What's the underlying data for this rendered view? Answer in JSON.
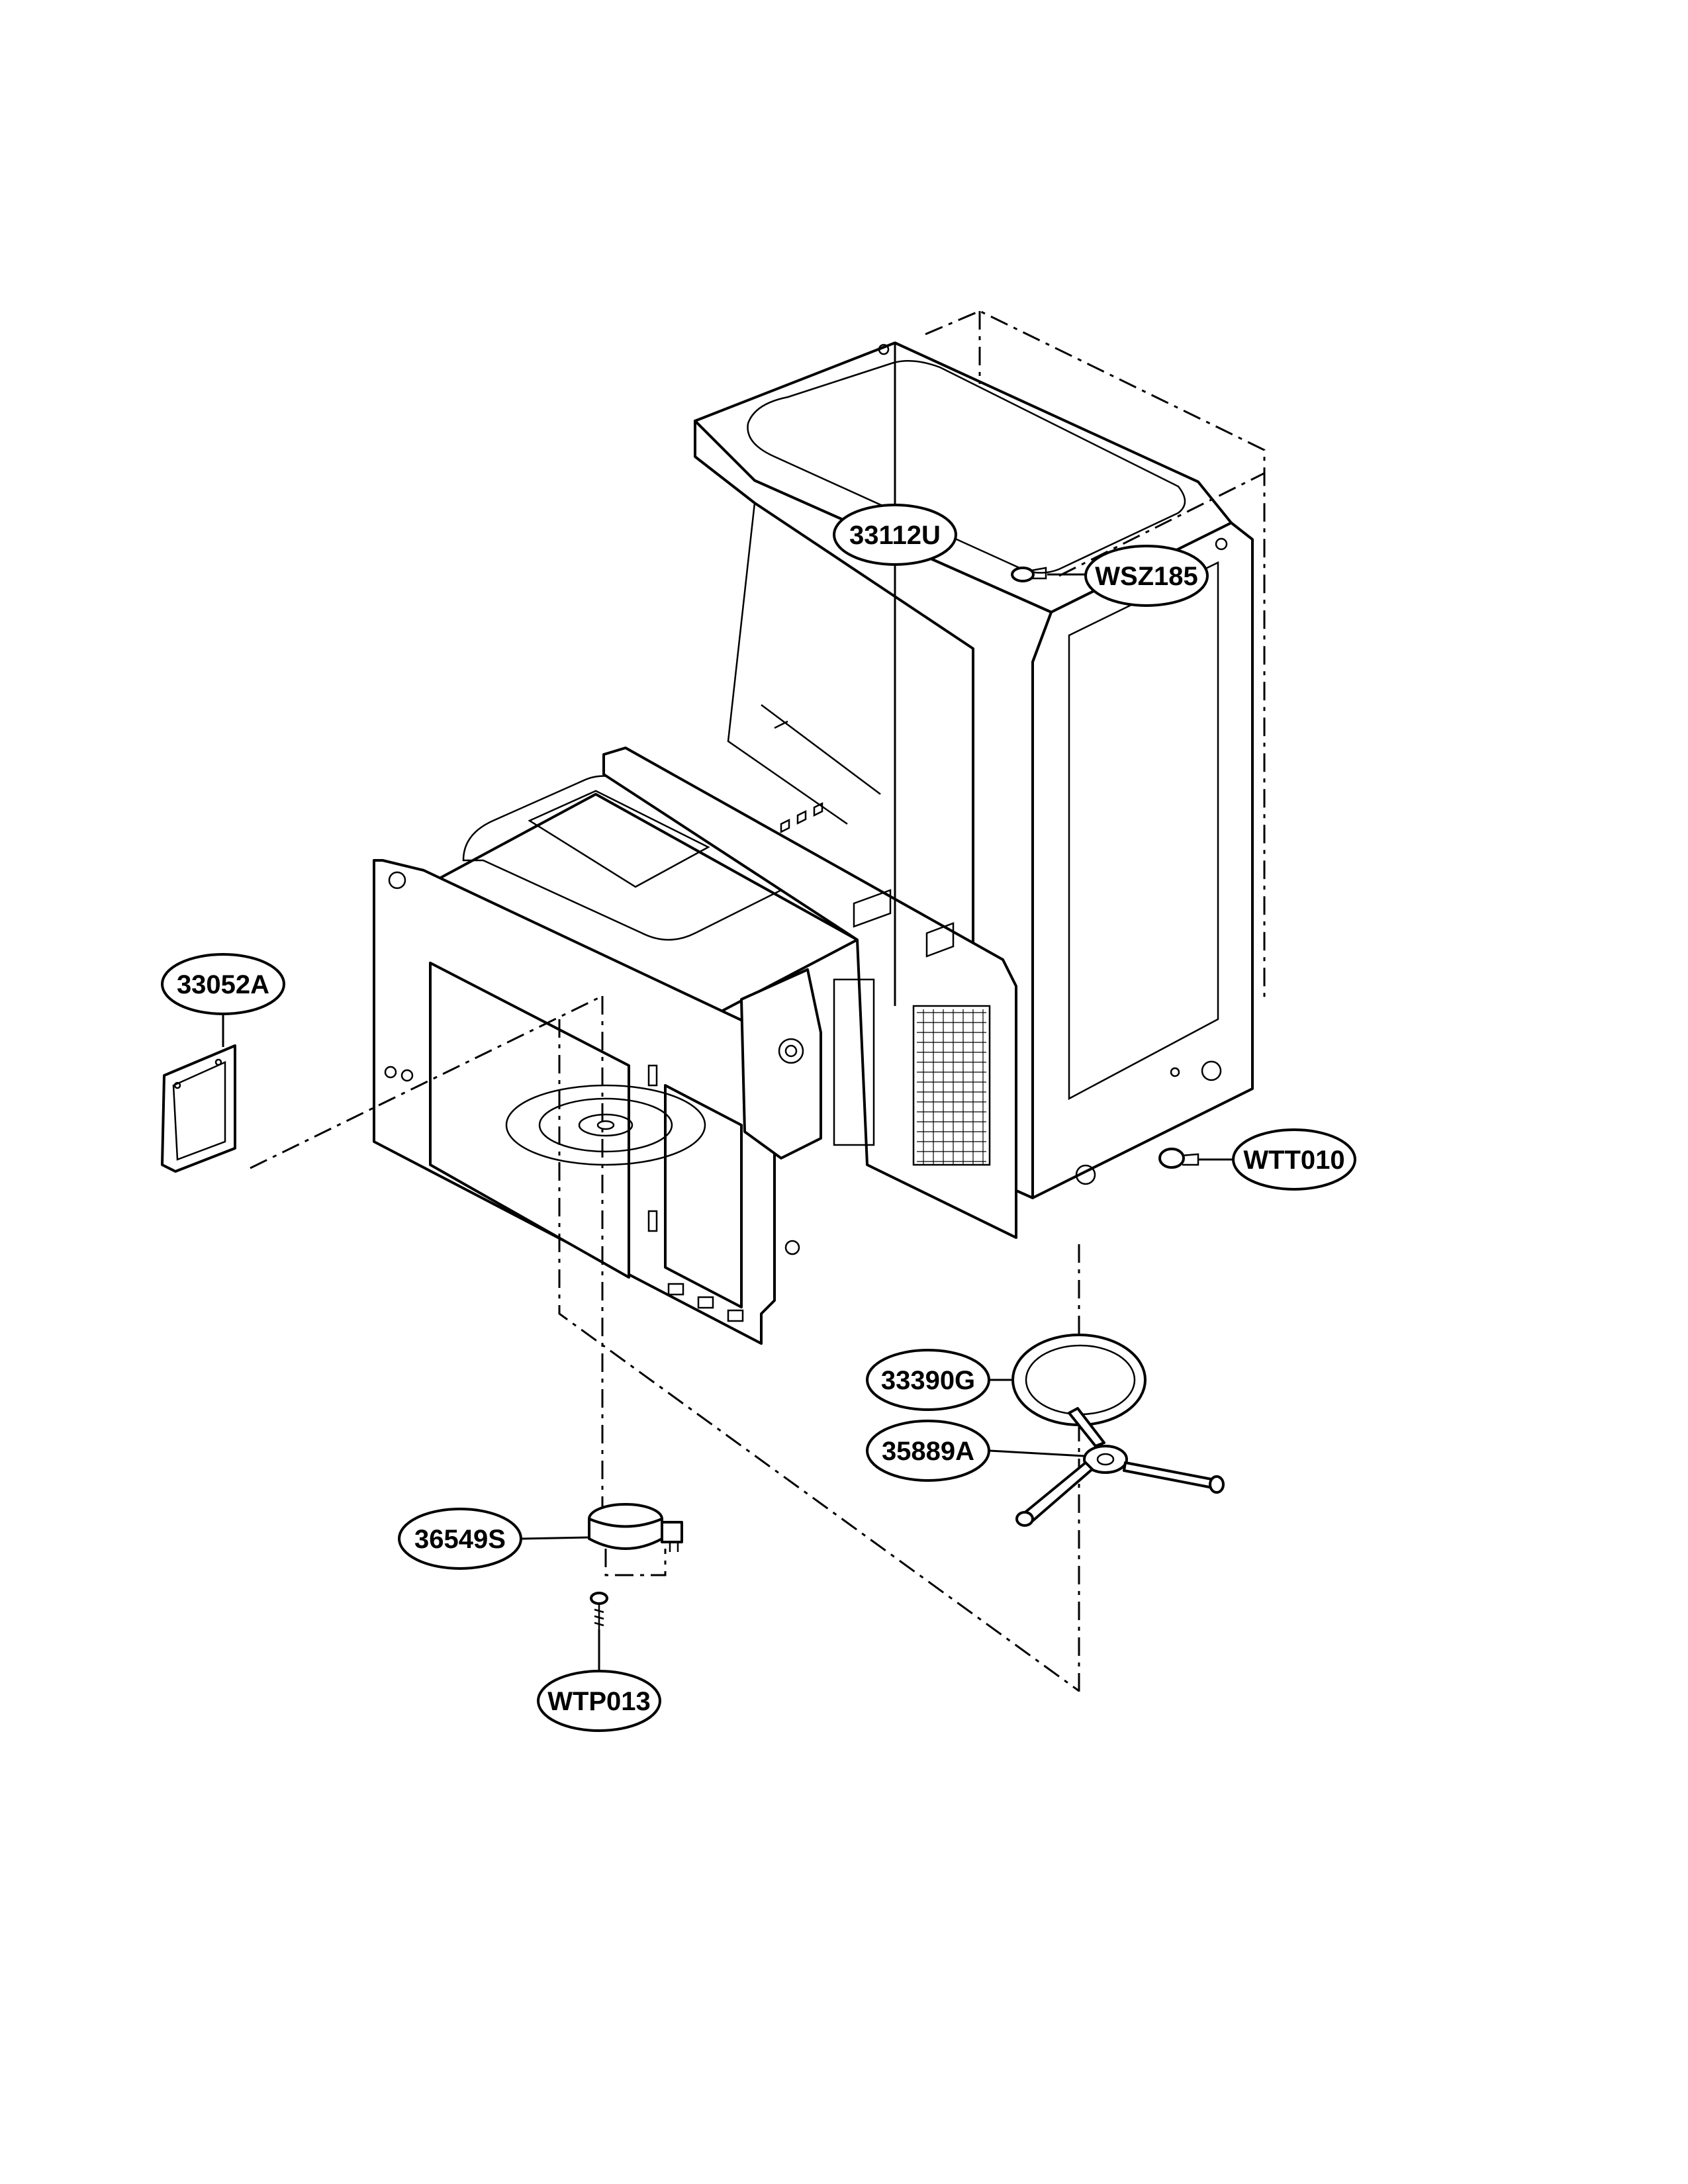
{
  "parts": [
    {
      "id": "outer-case",
      "code": "33112U"
    },
    {
      "id": "case-screw",
      "code": "WSZ185"
    },
    {
      "id": "waveguide-cover",
      "code": "33052A"
    },
    {
      "id": "back-screw",
      "code": "WTT010"
    },
    {
      "id": "glass-tray",
      "code": "33390G"
    },
    {
      "id": "roller-guide",
      "code": "35889A"
    },
    {
      "id": "turntable-motor",
      "code": "36549S"
    },
    {
      "id": "motor-screw",
      "code": "WTP013"
    }
  ]
}
